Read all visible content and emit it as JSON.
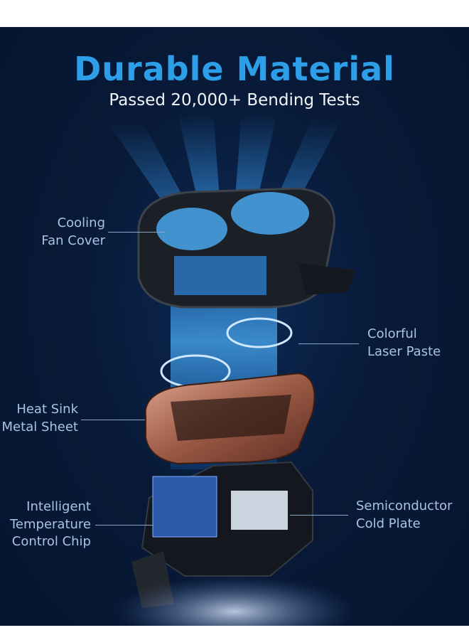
{
  "header": {
    "title": "Durable Material",
    "subtitle": "Passed 20,000+ Bending Tests"
  },
  "colors": {
    "title": "#2c9fe8",
    "background": "#081a38",
    "label": "#a8c3e6"
  },
  "labels": {
    "fan_cover": [
      "Cooling",
      "Fan Cover"
    ],
    "laser_paste": [
      "Colorful",
      "Laser Paste"
    ],
    "heat_sink": [
      "Heat Sink",
      "Metal Sheet"
    ],
    "chip": [
      "Intelligent",
      "Temperature",
      "Control Chip"
    ],
    "cold_plate": [
      "Semiconductor",
      "Cold Plate"
    ]
  }
}
